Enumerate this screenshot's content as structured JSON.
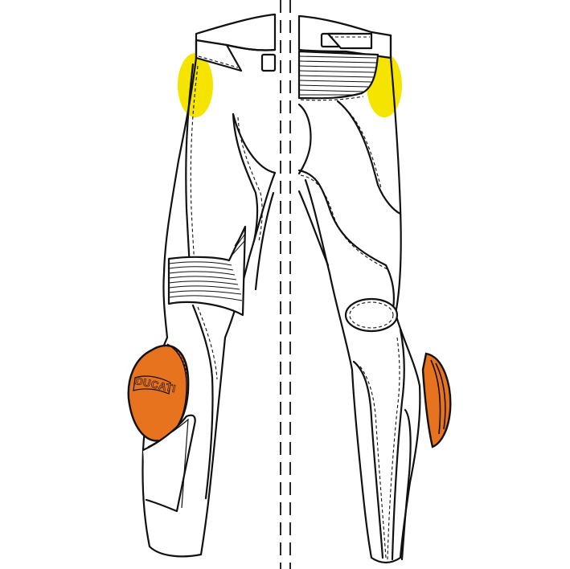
{
  "illustration": {
    "subject": "Motorcycle leather trousers technical drawing",
    "views": [
      "front",
      "back"
    ],
    "divider": "dashed center line",
    "brand_text": "DUCATI",
    "colors": {
      "hip_highlight": "#f5e400",
      "knee_slider": "#e8731e",
      "outline": "#111111",
      "background": "#ffffff"
    },
    "callouts": [
      {
        "name": "left-hip-protector",
        "color": "yellow"
      },
      {
        "name": "right-hip-protector",
        "color": "yellow"
      },
      {
        "name": "front-knee-slider",
        "color": "orange"
      },
      {
        "name": "rear-knee-slider",
        "color": "orange"
      }
    ]
  }
}
